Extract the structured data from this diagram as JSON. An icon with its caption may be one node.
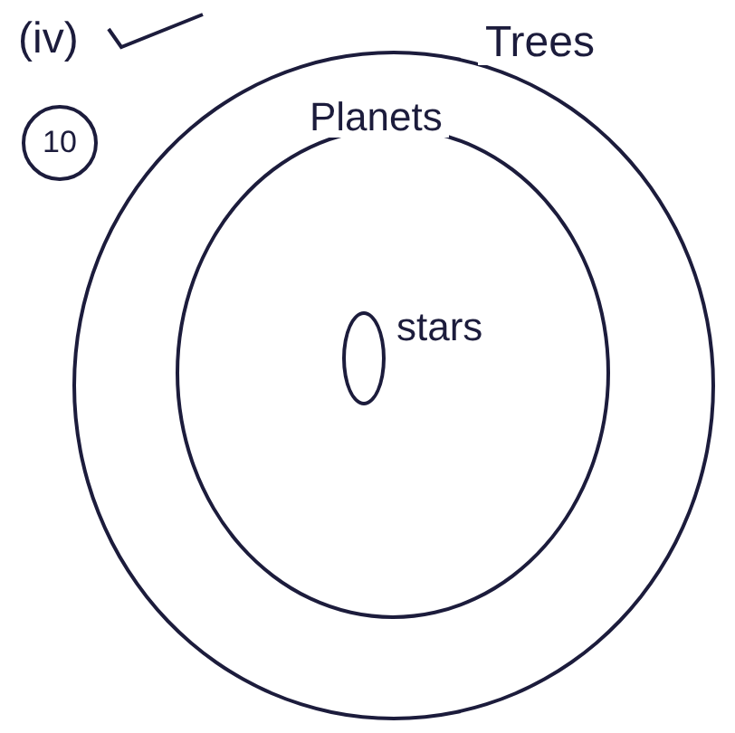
{
  "diagram": {
    "nodes": [
      {
        "text": [
          "10"
        ]
      },
      {
        "text": [
          "Trees"
        ]
      },
      {
        "text": [
          "Planets"
        ],
        "in": 1
      },
      {
        "text": [],
        "shape": "circle",
        "in": 2,
        "beside": [
          "stars"
        ]
      }
    ],
    "labels": [
      "(iv)"
    ]
  }
}
